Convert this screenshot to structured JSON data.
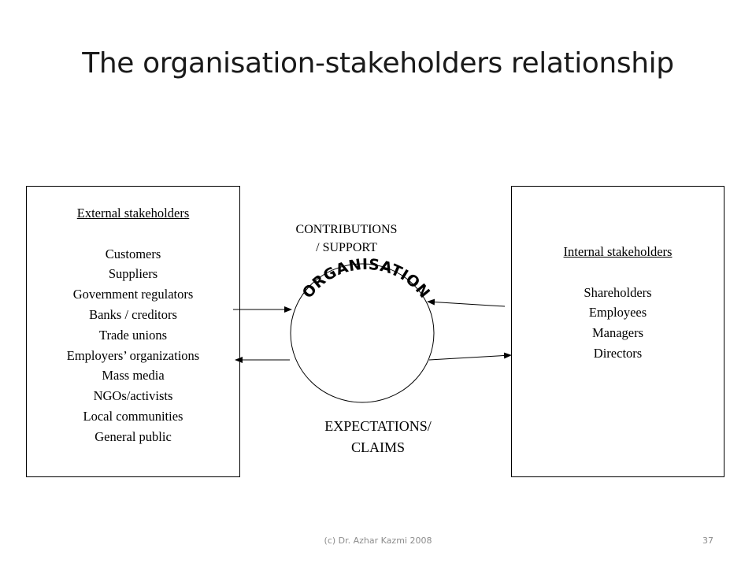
{
  "slide": {
    "title": "The organisation-stakeholders relationship",
    "footer": "(c) Dr. Azhar Kazmi 2008",
    "page_number": "37"
  },
  "external": {
    "heading": "External stakeholders",
    "items": [
      "Customers",
      "Suppliers",
      "Government regulators",
      "Banks / creditors",
      "Trade unions",
      "Employers’ organizations",
      "Mass media",
      "NGOs/activists",
      "Local communities",
      "General public"
    ]
  },
  "internal": {
    "heading": "Internal stakeholders",
    "items": [
      "Shareholders",
      "Employees",
      "Managers",
      "Directors"
    ]
  },
  "center": {
    "label": "ORGANISATION",
    "contributions_lines": [
      "CONTRIBUTIONS",
      "/ SUPPORT"
    ],
    "expectations_lines": [
      "EXPECTATIONS/",
      "CLAIMS"
    ]
  },
  "colors": {
    "text": "#000000",
    "title": "#1a1a1a",
    "footer": "#8c8c8c",
    "line": "#000000"
  }
}
